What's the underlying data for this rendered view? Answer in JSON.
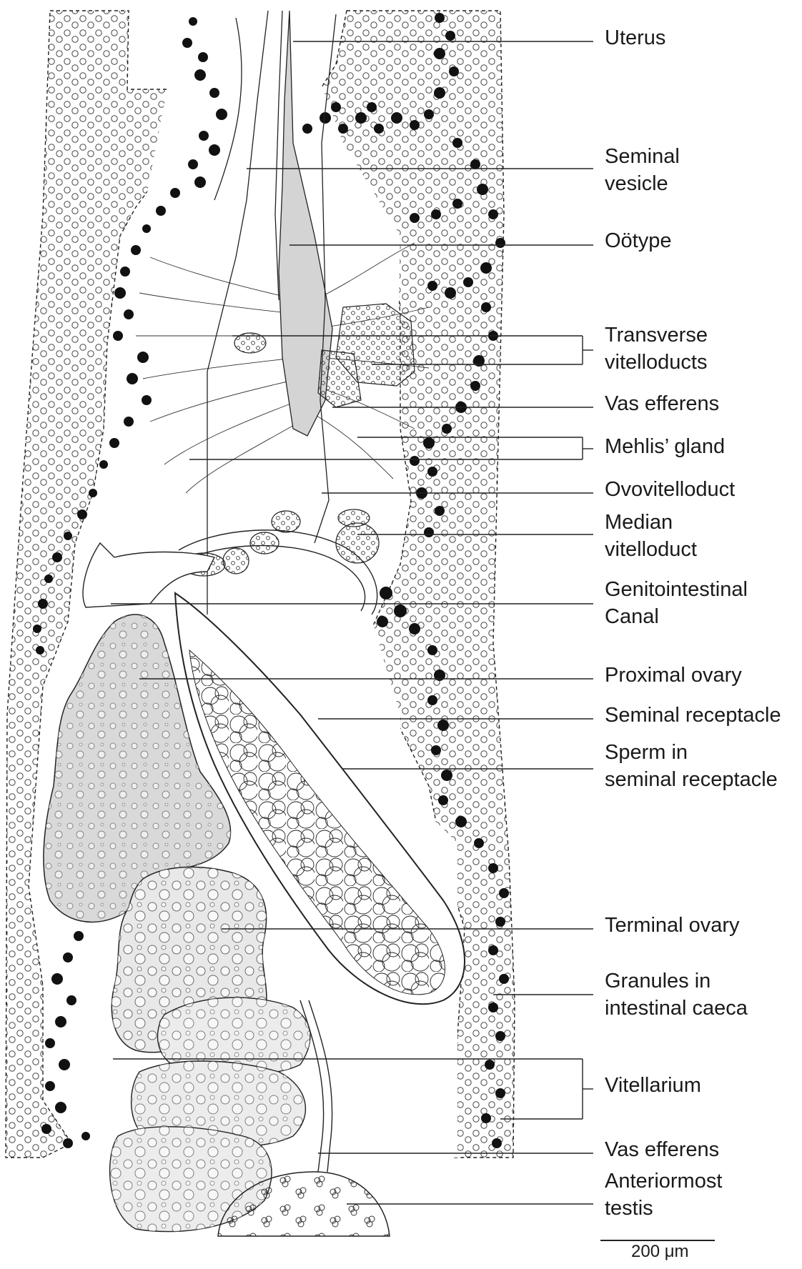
{
  "labels": {
    "uterus": "Uterus",
    "seminal_vesicle_1": "Seminal",
    "seminal_vesicle_2": "vesicle",
    "ootype": "Oötype",
    "transverse_1": "Transverse",
    "transverse_2": "vitelloducts",
    "vas_efferens_upper": "Vas efferens",
    "mehlis_gland": "Mehlis’ gland",
    "ovovitelloduct": "Ovovitelloduct",
    "median_1": "Median",
    "median_2": "vitelloduct",
    "genitointestinal_1": "Genitointestinal",
    "genitointestinal_2": "Canal",
    "proximal_ovary": "Proximal ovary",
    "seminal_receptacle": "Seminal receptacle",
    "sperm_1": "Sperm in",
    "sperm_2": "seminal receptacle",
    "terminal_ovary": "Terminal ovary",
    "granules_1": "Granules in",
    "granules_2": "intestinal caeca",
    "vitellarium": "Vitellarium",
    "vas_efferens_lower": "Vas efferens",
    "testis_1": "Anteriormost",
    "testis_2": "testis"
  },
  "scale_bar": {
    "label": "200 μm"
  },
  "colors": {
    "ink": "#1a1a1a",
    "vitellarium_dot": "#111111",
    "ovary_fill": "#d9d9d9",
    "terminal_fill": "#e8e8e8",
    "duct_fill": "#cfcfcf"
  }
}
